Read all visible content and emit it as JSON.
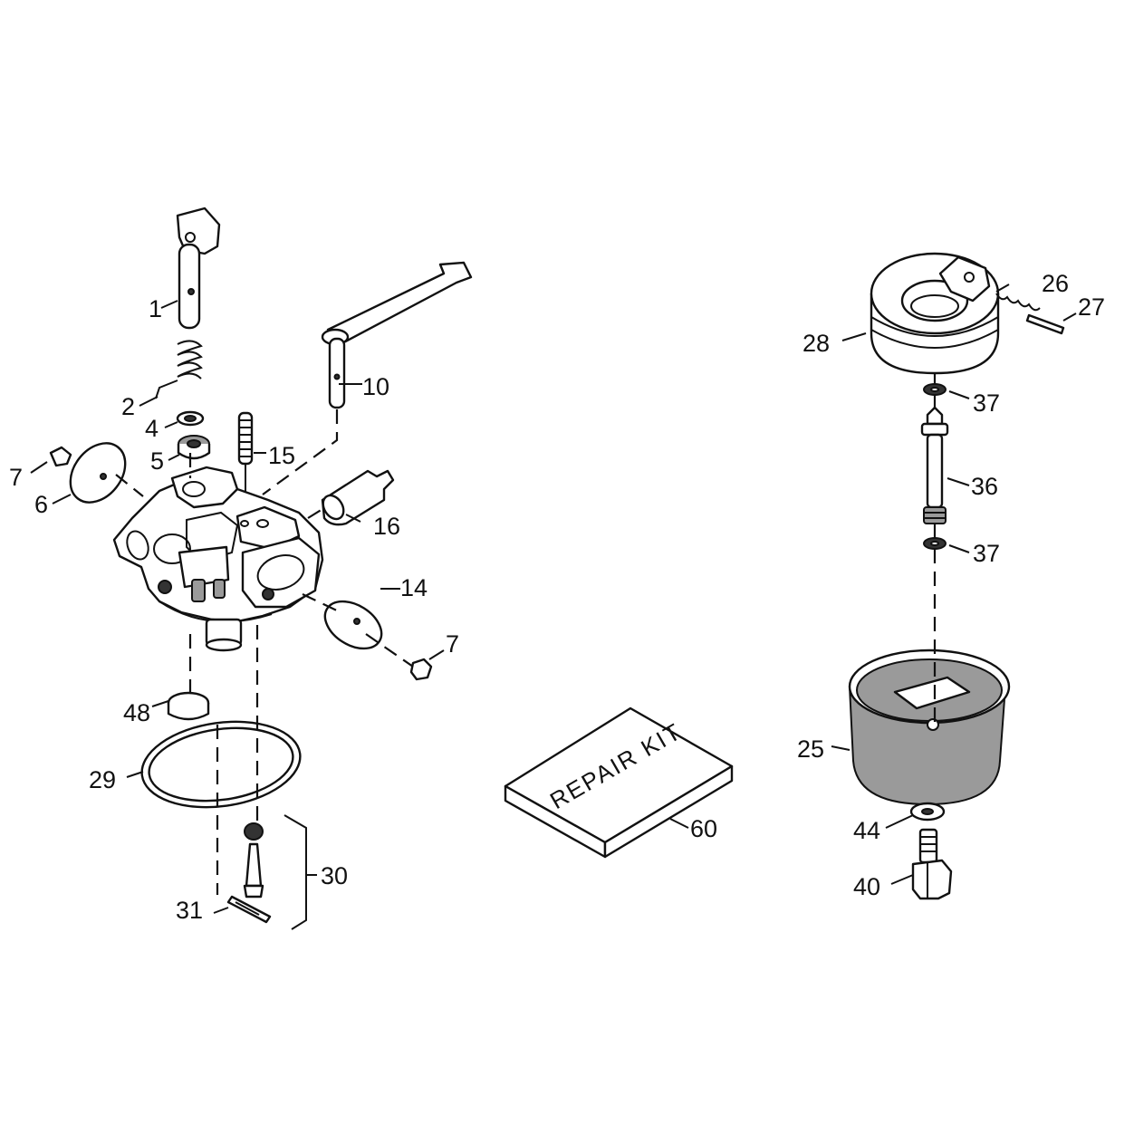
{
  "colors": {
    "ink": "#111111",
    "paper": "#ffffff",
    "shade": "#9a9a9a"
  },
  "repair_kit": {
    "text": "REPAIR KIT",
    "callout": "60"
  },
  "callouts": [
    {
      "id": "1",
      "text": "1"
    },
    {
      "id": "2",
      "text": "2"
    },
    {
      "id": "4",
      "text": "4"
    },
    {
      "id": "5",
      "text": "5"
    },
    {
      "id": "6",
      "text": "6"
    },
    {
      "id": "7a",
      "text": "7"
    },
    {
      "id": "7b",
      "text": "7"
    },
    {
      "id": "10",
      "text": "10"
    },
    {
      "id": "14",
      "text": "14"
    },
    {
      "id": "15",
      "text": "15"
    },
    {
      "id": "16",
      "text": "16"
    },
    {
      "id": "25",
      "text": "25"
    },
    {
      "id": "26",
      "text": "26"
    },
    {
      "id": "27",
      "text": "27"
    },
    {
      "id": "28",
      "text": "28"
    },
    {
      "id": "29",
      "text": "29"
    },
    {
      "id": "30",
      "text": "30"
    },
    {
      "id": "31",
      "text": "31"
    },
    {
      "id": "36",
      "text": "36"
    },
    {
      "id": "37a",
      "text": "37"
    },
    {
      "id": "37b",
      "text": "37"
    },
    {
      "id": "40",
      "text": "40"
    },
    {
      "id": "44",
      "text": "44"
    },
    {
      "id": "48",
      "text": "48"
    }
  ]
}
